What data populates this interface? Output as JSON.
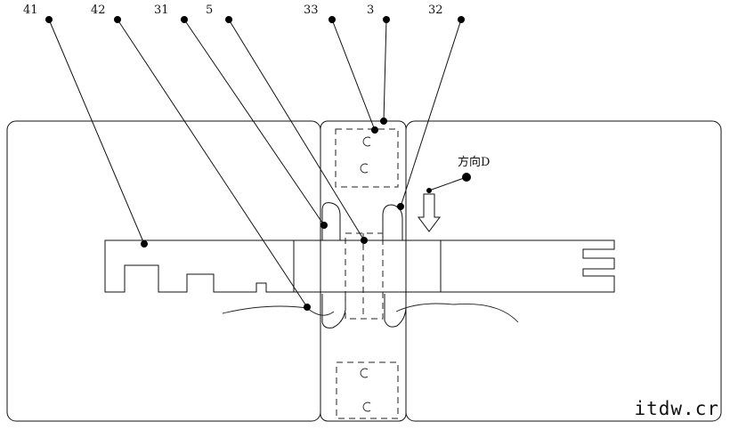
{
  "labels": {
    "l41": "41",
    "l42": "42",
    "l31": "31",
    "l5": "5",
    "l33": "33",
    "l3": "3",
    "l32": "32",
    "direction": "方向D"
  },
  "watermark": "itdw.cr"
}
